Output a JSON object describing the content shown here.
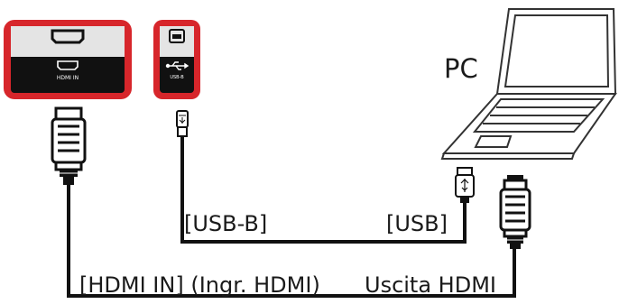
{
  "labels": {
    "pc": "PC",
    "usb_b": "[USB-B]",
    "usb": "[USB]",
    "hdmi_in": "[HDMI IN] (Ingr. HDMI)",
    "hdmi_out": "Uscita HDMI"
  },
  "ports": {
    "hdmi_port_label": "HDMI IN",
    "usb_port_label": "USB-B"
  },
  "colors": {
    "highlight": "#d7262b",
    "panel_dark": "#111111",
    "panel_light": "#e4e4e4",
    "cable": "#111111"
  }
}
